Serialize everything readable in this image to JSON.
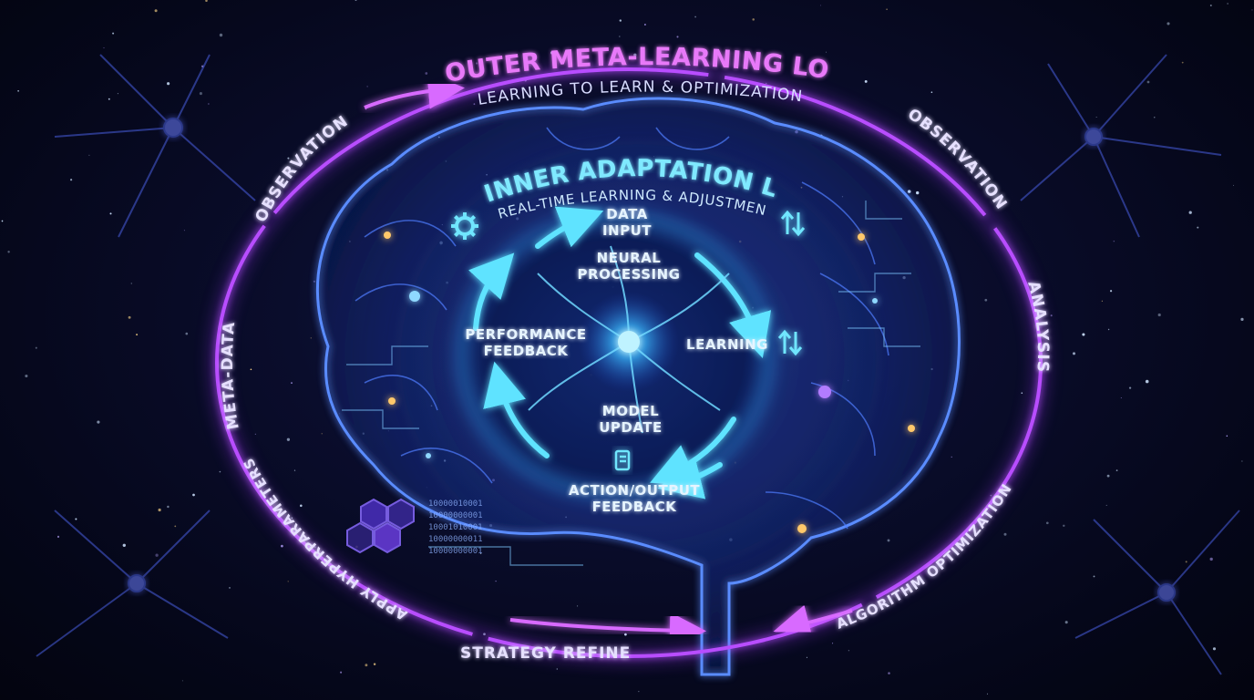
{
  "outer_loop": {
    "title": "OUTER META-LEARNING LOOP:",
    "subtitle": "LEARNING TO LEARN & OPTIMIZATION",
    "labels": {
      "observation_left": "OBSERVATION",
      "meta_data": "META-DATA",
      "apply_hyperparameters": "APPLY HYPERPARAMETERS",
      "strategy_refine": "STRATEGY REFINE",
      "observation_right": "OBSERVATION",
      "analysis": "ANALYSIS",
      "algorithm_optimization": "ALGORITHM OPTIMIZATION"
    }
  },
  "inner_loop": {
    "title": "INNER ADAPTATION LOOP:",
    "subtitle": "REAL-TIME LEARNING & ADJUSTMENT",
    "nodes": {
      "data_input_1": "DATA",
      "data_input_2": "INPUT",
      "neural_processing_1": "NEURAL",
      "neural_processing_2": "PROCESSING",
      "learning": "LEARNING",
      "performance_feedback_1": "PERFORMANCE",
      "performance_feedback_2": "FEEDBACK",
      "model_update_1": "MODEL",
      "model_update_2": "UPDATE",
      "action_output_1": "ACTION/OUTPUT",
      "action_output_2": "FEEDBACK"
    }
  },
  "binary_lines": [
    "10000010001",
    "10000000001",
    "10001010001",
    "10000000011",
    "10000000001"
  ],
  "colors": {
    "outer_purple": "#b84dff",
    "outer_pink": "#e879f9",
    "inner_cyan": "#38d6ff",
    "text_light": "#e6f4ff",
    "brain_blue": "#3a7bff",
    "gold": "#ffc86b"
  },
  "icons": [
    "gear-icon",
    "up-down-arrows-icon",
    "document-icon",
    "hexagon-icon",
    "neuron-icon"
  ]
}
